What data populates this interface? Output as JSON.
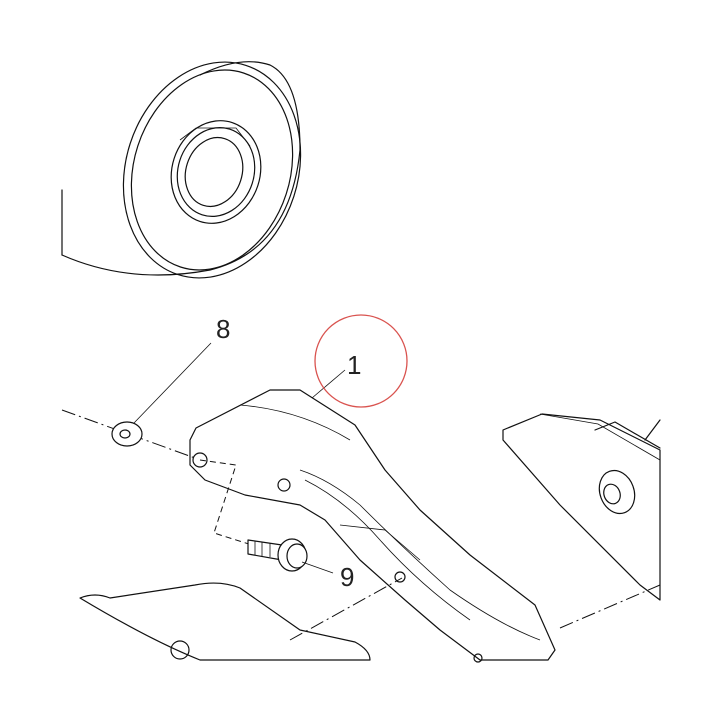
{
  "callouts": {
    "part_1": "1",
    "part_8": "8",
    "part_9": "9"
  },
  "colors": {
    "highlight_circle": "#d9534f",
    "line_art": "#111111"
  }
}
